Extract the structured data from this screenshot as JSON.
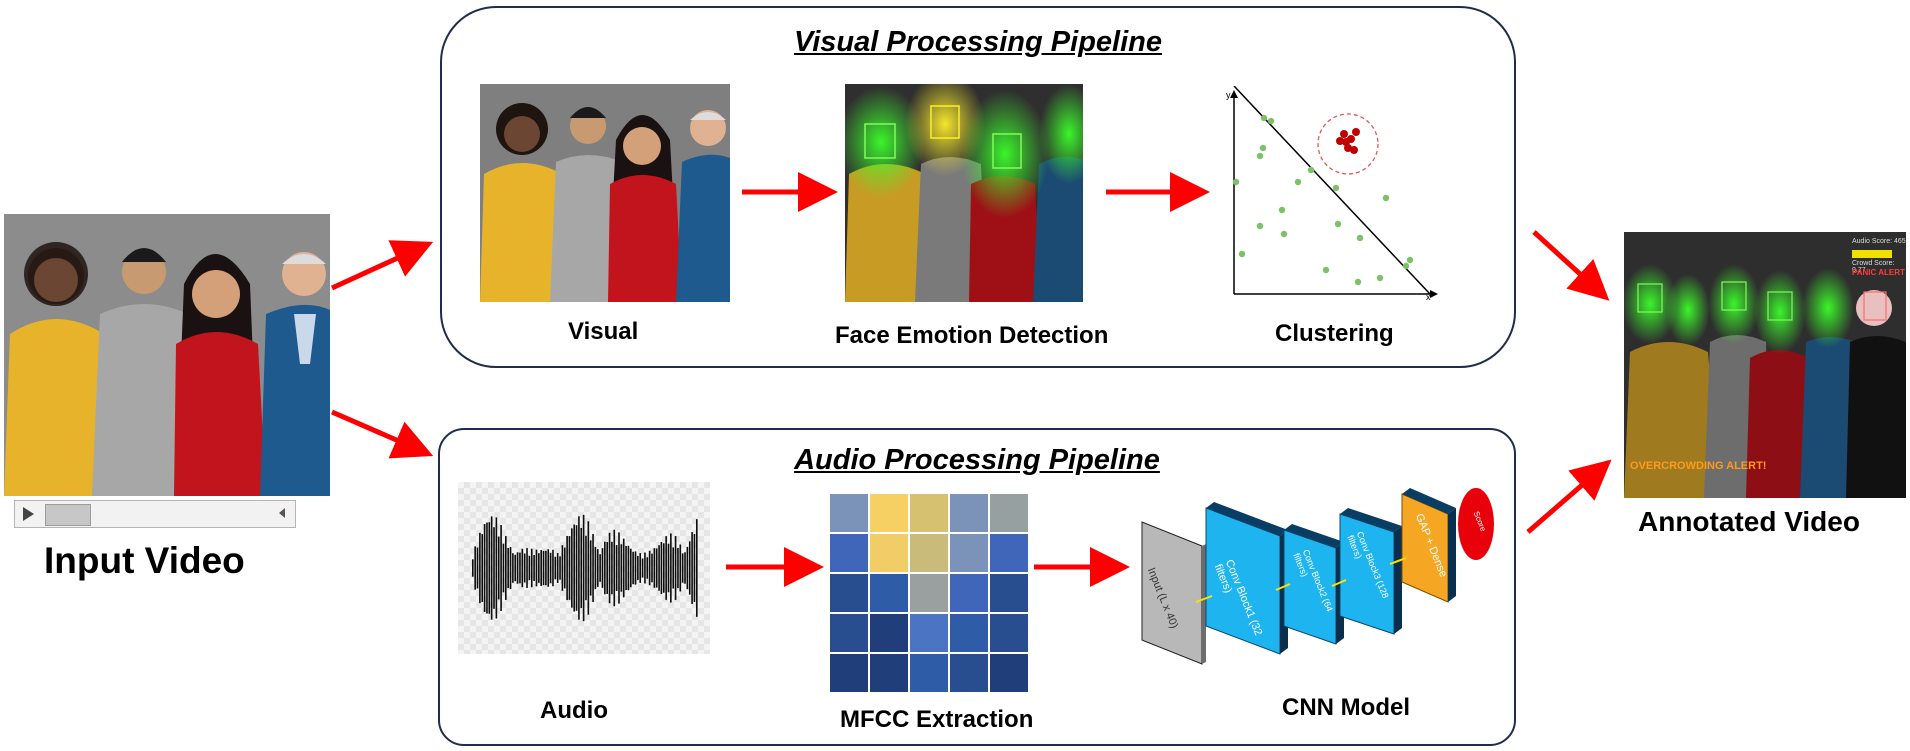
{
  "input": {
    "label": "Input Video"
  },
  "visual_pipeline": {
    "title": "Visual Processing Pipeline",
    "steps": [
      "Visual",
      "Face Emotion Detection",
      "Clustering"
    ]
  },
  "audio_pipeline": {
    "title": "Audio Processing Pipeline",
    "steps": [
      "Audio",
      "MFCC Extraction",
      "CNN Model"
    ],
    "cnn_layers": [
      "Input (L x 40)",
      "Conv Block1 (32 filters)",
      "Conv Block2 (64 filters)",
      "Conv Block3 (128 filters)",
      "GAP + Dense",
      "Score"
    ]
  },
  "clustering_axes": {
    "x": "x",
    "y": "y"
  },
  "output": {
    "label": "Annotated Video",
    "overlay_alert": "OVERCROWDING ALERT!",
    "hud_audio": "Audio Score: 465",
    "hud_crowd": "Crowd Score: 0.77",
    "hud_alert": "PANIC ALERT"
  },
  "colors": {
    "arrow": "#ff0000",
    "panel_border": "#1f2d4d",
    "conv_block": "#1eb4f0",
    "gap_dense": "#f5a623",
    "score": "#e8000b",
    "cluster_outlier": "#c00000",
    "cluster_point": "#7cc16a"
  },
  "icons": [
    "play-icon",
    "scroll-left-icon"
  ]
}
